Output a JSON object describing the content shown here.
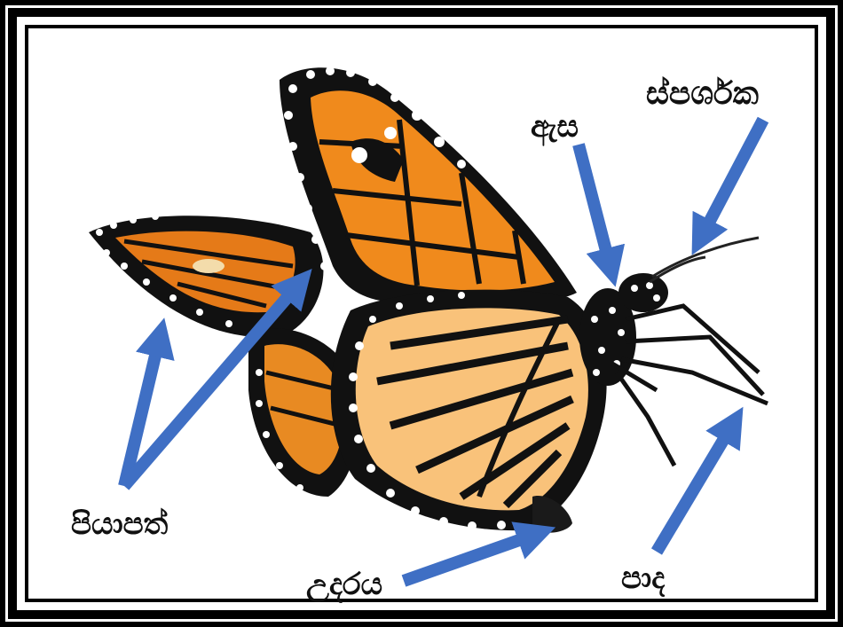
{
  "labels": {
    "antenna": "ස්පර්ශක",
    "eye": "ඇස",
    "wings": "පියාපත්",
    "abdomen": "උදරය",
    "legs": "පාද"
  },
  "colors": {
    "frame": "#000000",
    "arrow": "#3f6fc4",
    "wing_orange": "#f08a1c",
    "hindwing_light": "#f9c27a",
    "veins": "#111111",
    "spots": "#ffffff"
  }
}
